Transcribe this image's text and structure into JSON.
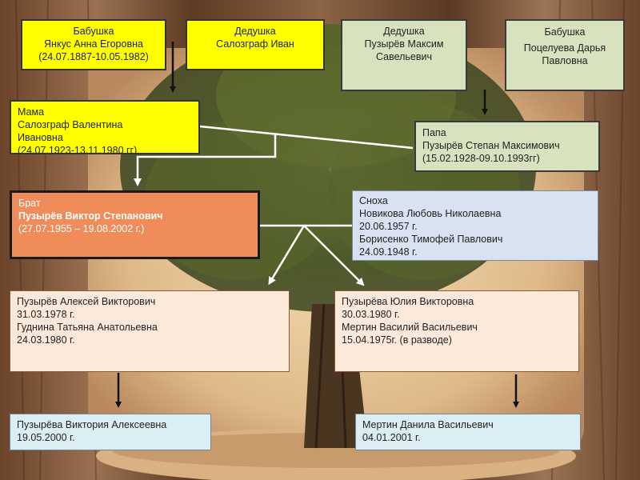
{
  "colors": {
    "yellow": "#ffff00",
    "green": "#d7e3bf",
    "orange": "#f08c5a",
    "blue": "#d9e2f1",
    "peach": "#fde9d9",
    "light_blue": "#daeef3"
  },
  "nodes": {
    "grandma_yankus": [
      "Бабушка",
      "Янкус Анна Егоровна",
      "(24.07.1887-10.05.1982)"
    ],
    "grandpa_salozgraf": [
      "Дедушка",
      "Салозграф Иван"
    ],
    "grandpa_puzyrev": [
      "Дедушка",
      "Пузырёв Максим",
      "Савельевич"
    ],
    "grandma_potseluyeva": [
      "Бабушка",
      "Поцелуева Дарья",
      "Павловна"
    ],
    "mother": [
      "Мама",
      "Салозграф  Валентина",
      "Ивановна",
      "(24.07.1923-13.11.1980 гг)"
    ],
    "father": [
      "Папа",
      "Пузырёв Степан Максимович",
      "(15.02.1928-09.10.1993гг)"
    ],
    "brother": [
      "Брат",
      "Пузырёв Виктор Степанович",
      "(27.07.1955 – 19.08.2002 г.)"
    ],
    "daughter_in_law": [
      "Сноха",
      "Новикова Любовь Николаевна",
      "20.06.1957 г.",
      "Борисенко Тимофей Павлович",
      "24.09.1948 г."
    ],
    "alexey": [
      "Пузырёв Алексей Викторович",
      "31.03.1978 г.",
      "Гуднина Татьяна  Анатольевна",
      "24.03.1980 г."
    ],
    "yulia": [
      "Пузырёва Юлия Викторовна",
      "30.03.1980 г.",
      "Мертин Василий Васильевич",
      "15.04.1975г. (в разводе)"
    ],
    "viktoria": [
      "Пузырёва Виктория Алексеевна",
      "19.05.2000 г."
    ],
    "danila": [
      "Мертин Данила Васильевич",
      "04.01.2001 г."
    ]
  }
}
